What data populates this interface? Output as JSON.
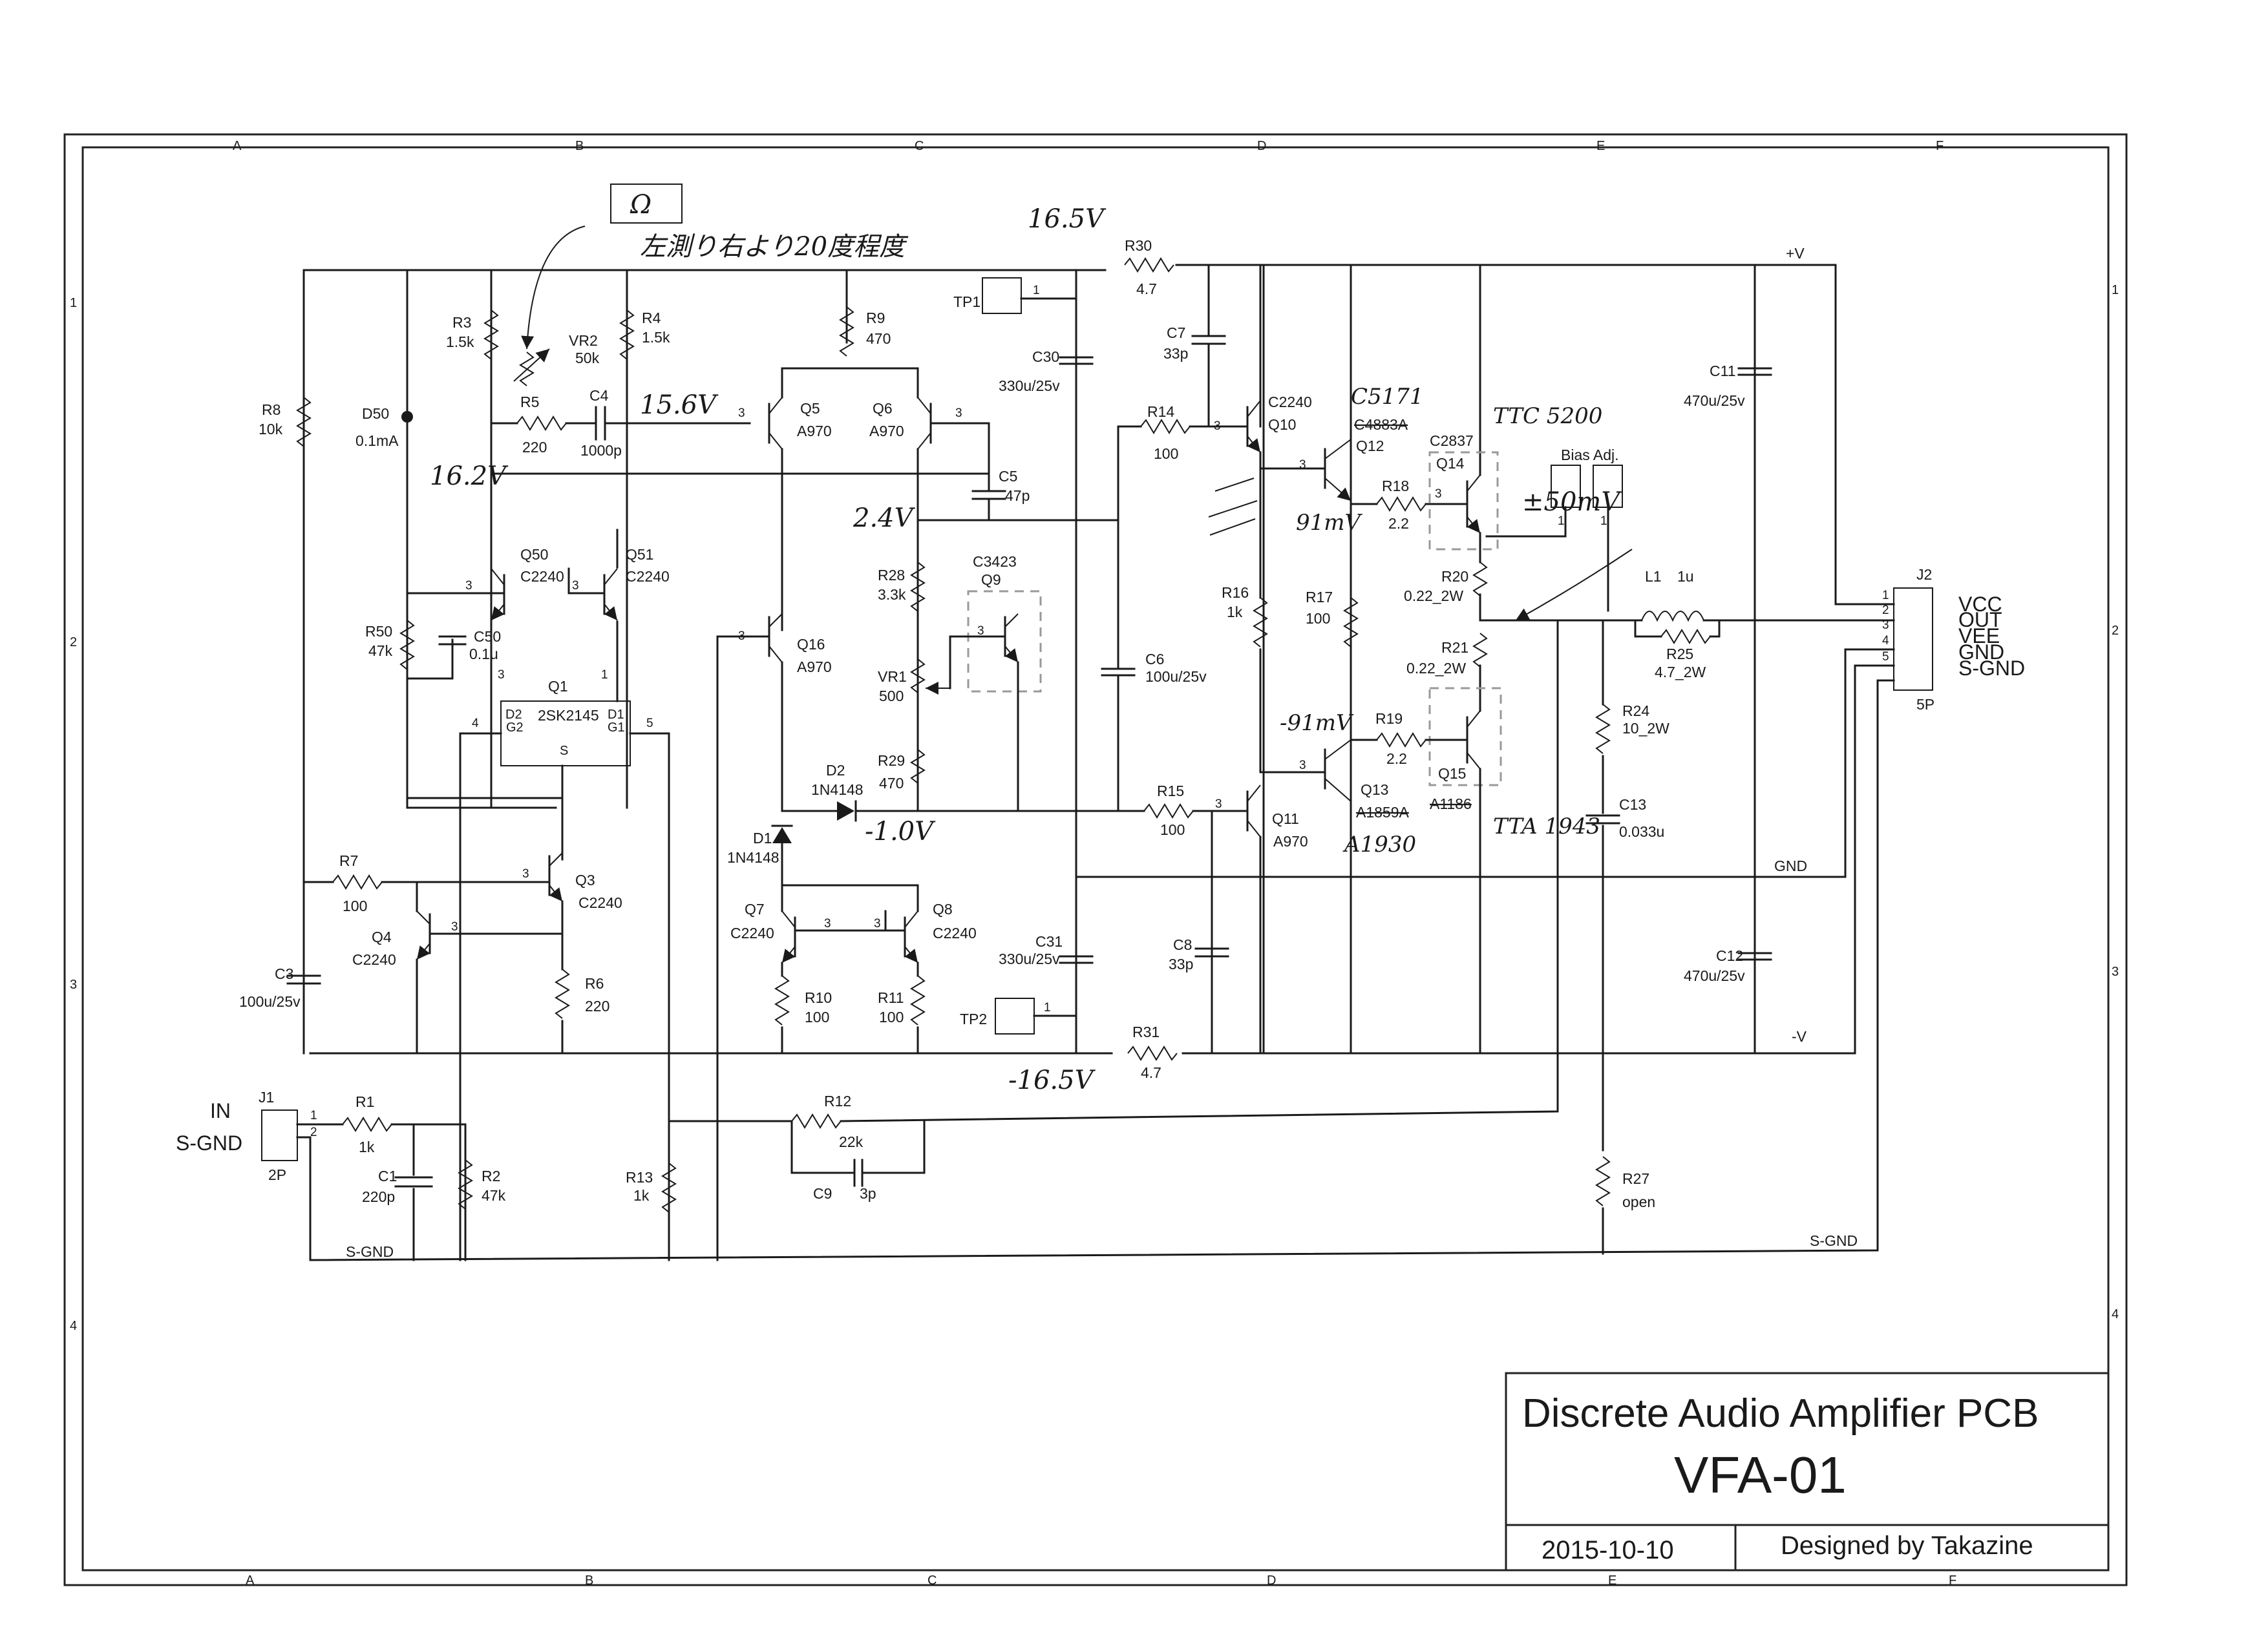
{
  "title_block": {
    "title": "Discrete Audio Amplifier PCB",
    "name": "VFA-01",
    "date": "2015-10-10",
    "designer": "Designed by Takazine"
  },
  "grid": {
    "cols": [
      "A",
      "B",
      "C",
      "D",
      "E",
      "F"
    ],
    "rows": [
      "1",
      "2",
      "3",
      "4"
    ]
  },
  "nets": {
    "vplus": "+V",
    "vminus": "-V",
    "gnd": "GND",
    "sgnd_right": "S-GND",
    "sgnd_left": "S-GND"
  },
  "connectors": {
    "j1": {
      "ref": "J1",
      "value": "2P",
      "pin1": "1",
      "pin2": "2",
      "label_in": "IN",
      "label_sgnd": "S-GND"
    },
    "j2": {
      "ref": "J2",
      "value": "5P",
      "pins": [
        "1",
        "2",
        "3",
        "4",
        "5"
      ],
      "signals": [
        "VCC",
        "OUT",
        "VEE",
        "GND",
        "S-GND"
      ]
    },
    "tp1": {
      "ref": "TP1",
      "pin": "1"
    },
    "tp2": {
      "ref": "TP2",
      "pin": "1"
    },
    "bias": {
      "label": "Bias Adj.",
      "pin": "1"
    }
  },
  "resistors": {
    "r1": {
      "ref": "R1",
      "value": "1k"
    },
    "r2": {
      "ref": "R2",
      "value": "47k"
    },
    "r3": {
      "ref": "R3",
      "value": "1.5k"
    },
    "r4": {
      "ref": "R4",
      "value": "1.5k"
    },
    "r5": {
      "ref": "R5",
      "value": "220"
    },
    "r6": {
      "ref": "R6",
      "value": "220"
    },
    "r7": {
      "ref": "R7",
      "value": "100"
    },
    "r8": {
      "ref": "R8",
      "value": "10k"
    },
    "r9": {
      "ref": "R9",
      "value": "470"
    },
    "r10": {
      "ref": "R10",
      "value": "100"
    },
    "r11": {
      "ref": "R11",
      "value": "100"
    },
    "r12": {
      "ref": "R12",
      "value": "22k"
    },
    "r13": {
      "ref": "R13",
      "value": "1k"
    },
    "r14": {
      "ref": "R14",
      "value": "100"
    },
    "r15": {
      "ref": "R15",
      "value": "100"
    },
    "r16": {
      "ref": "R16",
      "value": "1k"
    },
    "r17": {
      "ref": "R17",
      "value": "100"
    },
    "r18": {
      "ref": "R18",
      "value": "2.2"
    },
    "r19": {
      "ref": "R19",
      "value": "2.2"
    },
    "r20": {
      "ref": "R20",
      "value": "0.22_2W"
    },
    "r21": {
      "ref": "R21",
      "value": "0.22_2W"
    },
    "r24": {
      "ref": "R24",
      "value": "10_2W"
    },
    "r25": {
      "ref": "R25",
      "value": "4.7_2W"
    },
    "r27": {
      "ref": "R27",
      "value": "open"
    },
    "r28": {
      "ref": "R28",
      "value": "3.3k"
    },
    "r29": {
      "ref": "R29",
      "value": "470"
    },
    "r30": {
      "ref": "R30",
      "value": "4.7"
    },
    "r31": {
      "ref": "R31",
      "value": "4.7"
    },
    "r50": {
      "ref": "R50",
      "value": "47k"
    },
    "vr1": {
      "ref": "VR1",
      "value": "500"
    },
    "vr2": {
      "ref": "VR2",
      "value": "50k"
    }
  },
  "capacitors": {
    "c1": {
      "ref": "C1",
      "value": "220p"
    },
    "c3": {
      "ref": "C3",
      "value": "100u/25v"
    },
    "c4": {
      "ref": "C4",
      "value": "1000p"
    },
    "c5": {
      "ref": "C5",
      "value": "47p"
    },
    "c6": {
      "ref": "C6",
      "value": "100u/25v"
    },
    "c7": {
      "ref": "C7",
      "value": "33p"
    },
    "c8": {
      "ref": "C8",
      "value": "33p"
    },
    "c9": {
      "ref": "C9",
      "value": "3p"
    },
    "c11": {
      "ref": "C11",
      "value": "470u/25v"
    },
    "c12": {
      "ref": "C12",
      "value": "470u/25v"
    },
    "c13": {
      "ref": "C13",
      "value": "0.033u"
    },
    "c30": {
      "ref": "C30",
      "value": "330u/25v"
    },
    "c31": {
      "ref": "C31",
      "value": "330u/25v"
    },
    "c50": {
      "ref": "C50",
      "value": "0.1u"
    },
    "l1": {
      "ref": "L1",
      "value": "1u"
    }
  },
  "semis": {
    "q1": {
      "ref": "Q1",
      "value": "2SK2145",
      "d2": "D2",
      "g2": "G2",
      "s": "S",
      "g1": "G1",
      "d1": "D1"
    },
    "q3": {
      "ref": "Q3",
      "value": "C2240"
    },
    "q4": {
      "ref": "Q4",
      "value": "C2240"
    },
    "q5": {
      "ref": "Q5",
      "value": "A970"
    },
    "q6": {
      "ref": "Q6",
      "value": "A970"
    },
    "q7": {
      "ref": "Q7",
      "value": "C2240"
    },
    "q8": {
      "ref": "Q8",
      "value": "C2240"
    },
    "q9": {
      "ref": "Q9",
      "value": "C3423"
    },
    "q10": {
      "ref": "Q10",
      "value": "C2240"
    },
    "q11": {
      "ref": "Q11",
      "value": "A970"
    },
    "q12": {
      "ref": "Q12",
      "value": "C4883A"
    },
    "q13": {
      "ref": "Q13",
      "value": "A1859A"
    },
    "q14": {
      "ref": "Q14",
      "value": "C2837"
    },
    "q15": {
      "ref": "Q15",
      "value": "A1186"
    },
    "q16": {
      "ref": "Q16",
      "value": "A970"
    },
    "q50": {
      "ref": "Q50",
      "value": "C2240"
    },
    "q51": {
      "ref": "Q51",
      "value": "C2240"
    },
    "d1": {
      "ref": "D1",
      "value": "1N4148"
    },
    "d2": {
      "ref": "D2",
      "value": "1N4148"
    },
    "d50": {
      "ref": "D50",
      "value": "0.1mA"
    }
  },
  "pin_numbers": [
    "1",
    "2",
    "3",
    "4",
    "5"
  ],
  "handwritten": {
    "v_plus_rail": "16.5V",
    "v_minus_rail": "-16.5V",
    "v_node_c4": "15.6V",
    "v_node_left": "16.2V",
    "v_node_q9": "2.4V",
    "v_node_d2": "-1.0V",
    "v_q12": "91mV",
    "v_q13": "-91mV",
    "bias_target": "±50mV",
    "q12_sub": "C5171",
    "q14_sub": "TTC 5200",
    "q13_sub": "A1930",
    "q15_sub": "TTA 1943",
    "note_box": "Ω",
    "note_jp": "左測り右より20度程度"
  }
}
